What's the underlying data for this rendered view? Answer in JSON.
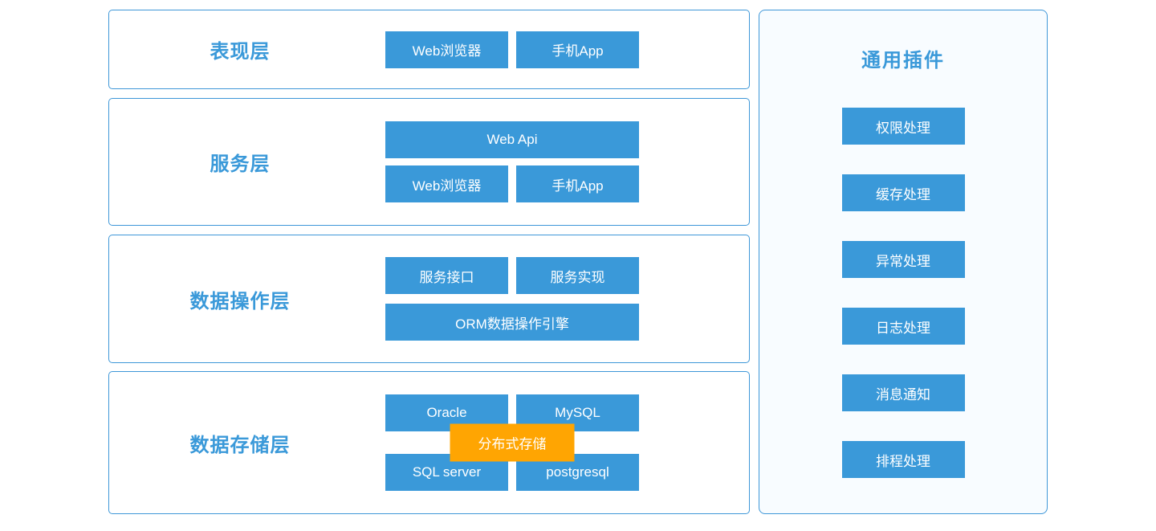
{
  "colors": {
    "accent_blue": "#3a99d9",
    "border_blue": "#3e97d8",
    "label_blue": "#3a99d9",
    "button_text": "#ffffff",
    "overlay_orange": "#ffa502",
    "plugins_panel_bg": "#f8fcff",
    "page_bg": "#ffffff"
  },
  "layers": [
    {
      "label": "表现层",
      "rows": [
        {
          "buttons": [
            "Web浏览器",
            "手机App"
          ]
        }
      ]
    },
    {
      "label": "服务层",
      "rows": [
        {
          "buttons": [
            "Web Api"
          ]
        },
        {
          "buttons": [
            "Web浏览器",
            "手机App"
          ]
        }
      ]
    },
    {
      "label": "数据操作层",
      "rows": [
        {
          "buttons": [
            "服务接口",
            "服务实现"
          ]
        },
        {
          "buttons": [
            "ORM数据操作引擎"
          ]
        }
      ]
    },
    {
      "label": "数据存储层",
      "rows": [
        {
          "buttons": [
            "Oracle",
            "MySQL"
          ]
        },
        {
          "buttons": [
            "SQL server",
            "postgresql"
          ]
        }
      ],
      "overlay": "分布式存储"
    }
  ],
  "plugins_panel": {
    "title": "通用插件",
    "items": [
      "权限处理",
      "缓存处理",
      "异常处理",
      "日志处理",
      "消息通知",
      "排程处理"
    ]
  }
}
